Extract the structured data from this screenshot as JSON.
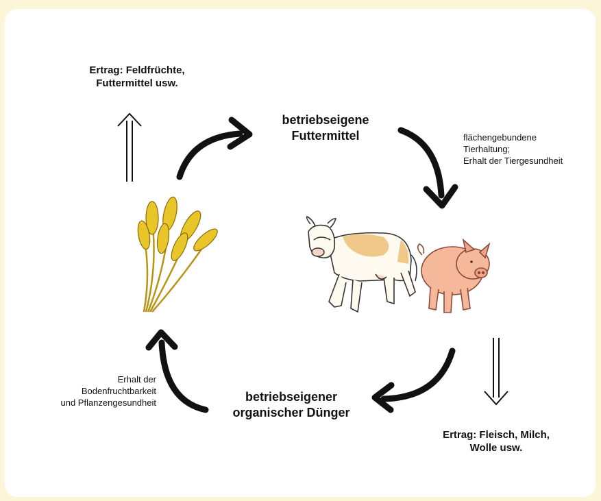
{
  "diagram": {
    "yield_top": "Ertrag: Feldfrüchte,\nFuttermittel usw.",
    "own_feed": "betriebseigene\nFuttermittel",
    "animal_husbandry": "flächengebundene\nTierhaltung;\nErhalt der Tiergesundheit",
    "own_manure": "betriebseigener\norganischer Dünger",
    "soil_fertility": "Erhalt der\nBodenfruchtbarkeit\nund Pflanzengesundheit",
    "yield_bottom": "Ertrag: Fleisch, Milch,\nWolle usw."
  },
  "colors": {
    "background": "#fdf5d8",
    "card": "#ffffff",
    "arrow": "#111111",
    "wheat": "#e8c62a",
    "cow_patch": "#f0c88a",
    "pig": "#f5b89a"
  },
  "icons": [
    "wheat-icon",
    "cow-icon",
    "pig-icon",
    "double-arrow-up-icon",
    "double-arrow-down-icon"
  ]
}
